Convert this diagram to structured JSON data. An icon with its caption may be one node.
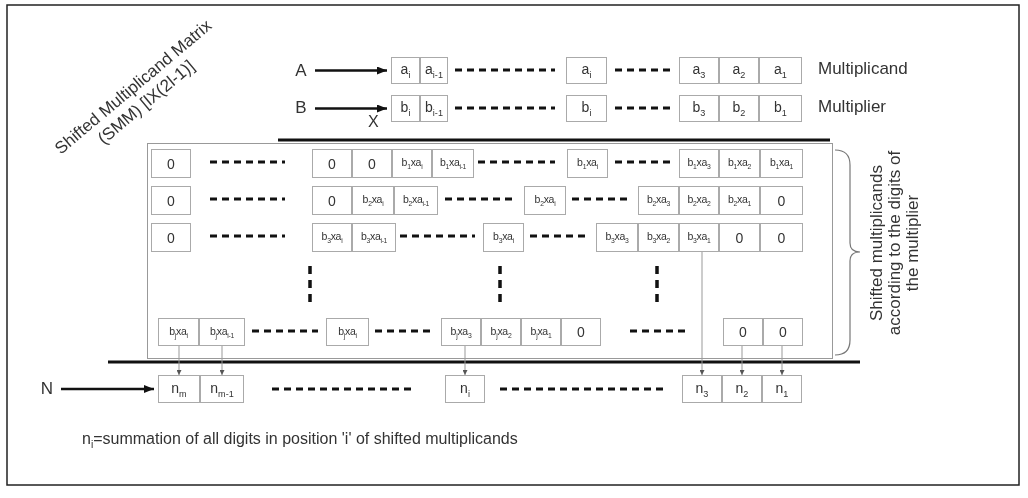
{
  "diagram": {
    "title": "Shifted Multiplicand Matrix (SMM) [lX(2l-1)]",
    "nodes": [
      {
        "text": [
          "A"
        ]
      },
      {
        "text": [
          "a$_{i}$"
        ]
      },
      {
        "text": [
          "a$_{i-1}$"
        ]
      },
      {
        "text": [
          "a$_{i}$"
        ]
      },
      {
        "text": [
          "a$_{3}$"
        ]
      },
      {
        "text": [
          "a$_{2}$"
        ]
      },
      {
        "text": [
          "a$_{1}$"
        ]
      },
      {
        "text": [
          "B"
        ]
      },
      {
        "text": [
          "b$_{i}$"
        ]
      },
      {
        "text": [
          "b$_{i-1}$"
        ]
      },
      {
        "text": [
          "b$_{i}$"
        ]
      },
      {
        "text": [
          "b$_{3}$"
        ]
      },
      {
        "text": [
          "b$_{2}$"
        ]
      },
      {
        "text": [
          "b$_{1}$"
        ]
      },
      {
        "text": [],
        "shape": "box"
      },
      {
        "text": [
          "0"
        ],
        "in": 14
      },
      {
        "text": [
          "0"
        ],
        "in": 14
      },
      {
        "text": [
          "0"
        ],
        "in": 14
      },
      {
        "text": [
          "b$_{1}$xa$_{i}$"
        ],
        "in": 14
      },
      {
        "text": [
          "b$_{1}$xa$_{i-1}$"
        ],
        "in": 14
      },
      {
        "text": [
          "b$_{1}$xa$_{i}$"
        ],
        "in": 14
      },
      {
        "text": [
          "b$_{1}$xa$_{3}$"
        ],
        "in": 14
      },
      {
        "text": [
          "b$_{1}$xa$_{2}$"
        ],
        "in": 14
      },
      {
        "text": [
          "b$_{1}$xa$_{1}$"
        ],
        "in": 14
      },
      {
        "text": [
          "0"
        ],
        "in": 14
      },
      {
        "text": [
          "0"
        ],
        "in": 14
      },
      {
        "text": [
          "b$_{2}$xa$_{i}$"
        ],
        "in": 14
      },
      {
        "text": [
          "b$_{2}$xa$_{i-1}$"
        ],
        "in": 14
      },
      {
        "text": [
          "b$_{2}$xa$_{i}$"
        ],
        "in": 14
      },
      {
        "text": [
          "b$_{2}$xa$_{3}$"
        ],
        "in": 14
      },
      {
        "text": [
          "b$_{2}$xa$_{2}$"
        ],
        "in": 14
      },
      {
        "text": [
          "b$_{2}$xa$_{1}$"
        ],
        "in": 14
      },
      {
        "text": [
          "0"
        ],
        "in": 14
      },
      {
        "text": [
          "0"
        ],
        "in": 14
      },
      {
        "text": [
          "b$_{3}$xa$_{i}$"
        ],
        "in": 14
      },
      {
        "text": [
          "b$_{3}$xa$_{i-1}$"
        ],
        "in": 14
      },
      {
        "text": [
          "b$_{3}$xa$_{i}$"
        ],
        "in": 14
      },
      {
        "text": [
          "b$_{3}$xa$_{3}$"
        ],
        "in": 14
      },
      {
        "text": [
          "b$_{3}$xa$_{2}$"
        ],
        "in": 14
      },
      {
        "text": [
          "b$_{3}$xa$_{1}$"
        ],
        "in": 14
      },
      {
        "text": [
          "0"
        ],
        "in": 14
      },
      {
        "text": [
          "0"
        ],
        "in": 14
      },
      {
        "text": [
          "b$_{j}$xa$_{i}$"
        ],
        "in": 14
      },
      {
        "text": [
          "b$_{j}$xa$_{i-1}$"
        ],
        "in": 14
      },
      {
        "text": [
          "b$_{j}$xa$_{i}$"
        ],
        "in": 14
      },
      {
        "text": [
          "b$_{j}$xa$_{3}$"
        ],
        "in": 14
      },
      {
        "text": [
          "b$_{j}$xa$_{2}$"
        ],
        "in": 14
      },
      {
        "text": [
          "b$_{j}$xa$_{1}$"
        ],
        "in": 14
      },
      {
        "text": [
          "0"
        ],
        "in": 14
      },
      {
        "text": [
          "0"
        ],
        "in": 14
      },
      {
        "text": [
          "0"
        ],
        "in": 14
      },
      {
        "text": [
          "N"
        ]
      },
      {
        "text": [
          "n$_{m}$"
        ]
      },
      {
        "text": [
          "n$_{m-1}$"
        ]
      },
      {
        "text": [
          "n$_{i}$"
        ]
      },
      {
        "text": [
          "n$_{3}$"
        ]
      },
      {
        "text": [
          "n$_{2}$"
        ]
      },
      {
        "text": [
          "n$_{1}$"
        ]
      }
    ],
    "edges": [
      {
        "from": 0,
        "to": 1,
        "arrow": "to",
        "color": "#111111"
      },
      {
        "from": 7,
        "to": 8,
        "arrow": "to",
        "color": "#111111"
      },
      {
        "from": 51,
        "to": 52,
        "arrow": "to",
        "color": "#111111"
      },
      {
        "from": 42,
        "to": 52,
        "arrow": "to"
      },
      {
        "from": 43,
        "to": 53,
        "arrow": "to"
      },
      {
        "from": 45,
        "to": 54,
        "arrow": "to"
      },
      {
        "from": 39,
        "to": 55,
        "arrow": "to"
      },
      {
        "from": 49,
        "to": 56,
        "arrow": "to"
      },
      {
        "from": 50,
        "to": 57,
        "arrow": "to"
      }
    ],
    "labels": [
      "Multiplicand",
      "Multiplier",
      "X",
      "Shifted multiplicands according to the digits of the multiplier",
      "n$_{i}$=summation of all digits in position 'i' of shifted multiplicands"
    ]
  }
}
